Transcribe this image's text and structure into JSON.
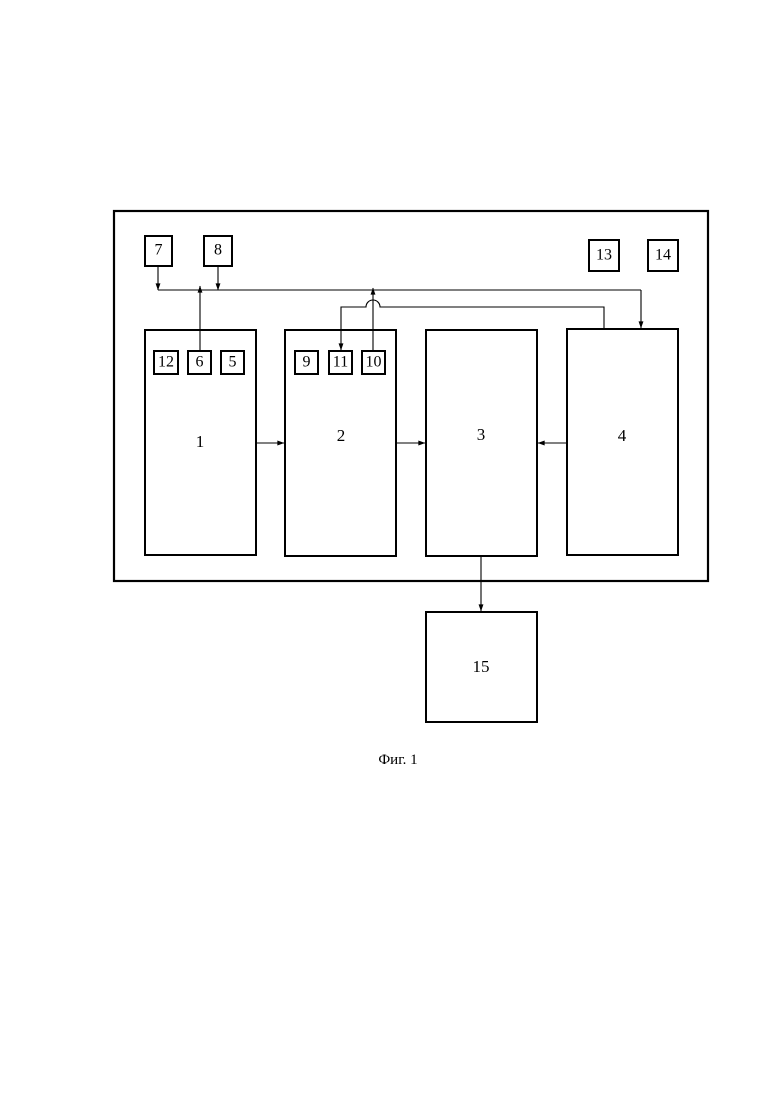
{
  "diagram": {
    "blocks": {
      "b1": "1",
      "b2": "2",
      "b3": "3",
      "b4": "4",
      "b5": "5",
      "b6": "6",
      "b7": "7",
      "b8": "8",
      "b9": "9",
      "b10": "10",
      "b11": "11",
      "b12": "12",
      "b13": "13",
      "b14": "14",
      "b15": "15"
    },
    "caption": "Фиг. 1"
  }
}
